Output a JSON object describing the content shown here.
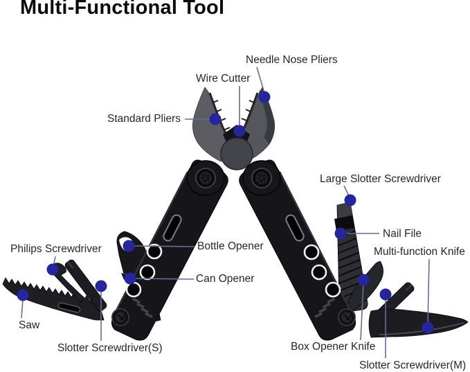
{
  "title": "Multi-Functional Tool",
  "colors": {
    "background": "#ffffff",
    "title_text": "#0b0b0b",
    "label_text": "#262626",
    "callout_dot": "#26269c",
    "callout_line": "#6b6b94",
    "tool_body": "#16161a",
    "pliers_head": "#5b5b62",
    "hole_ring": "#f0f0f0"
  },
  "labels": {
    "needle_nose_pliers": "Needle Nose Pliers",
    "wire_cutter": "Wire Cutter",
    "standard_pliers": "Standard Pliers",
    "large_slotter_screwdriver": "Large Slotter Screwdriver",
    "nail_file": "Nail File",
    "multi_function_knife": "Multi-function Knife",
    "philips_screwdriver": "Philips Screwdriver",
    "bottle_opener": "Bottle Opener",
    "can_opener": "Can Opener",
    "saw": "Saw",
    "slotter_screwdriver_s": "Slotter Screwdriver(S)",
    "box_opener_knife": "Box Opener Knife",
    "slotter_screwdriver_m": "Slotter Screwdriver(M)"
  }
}
